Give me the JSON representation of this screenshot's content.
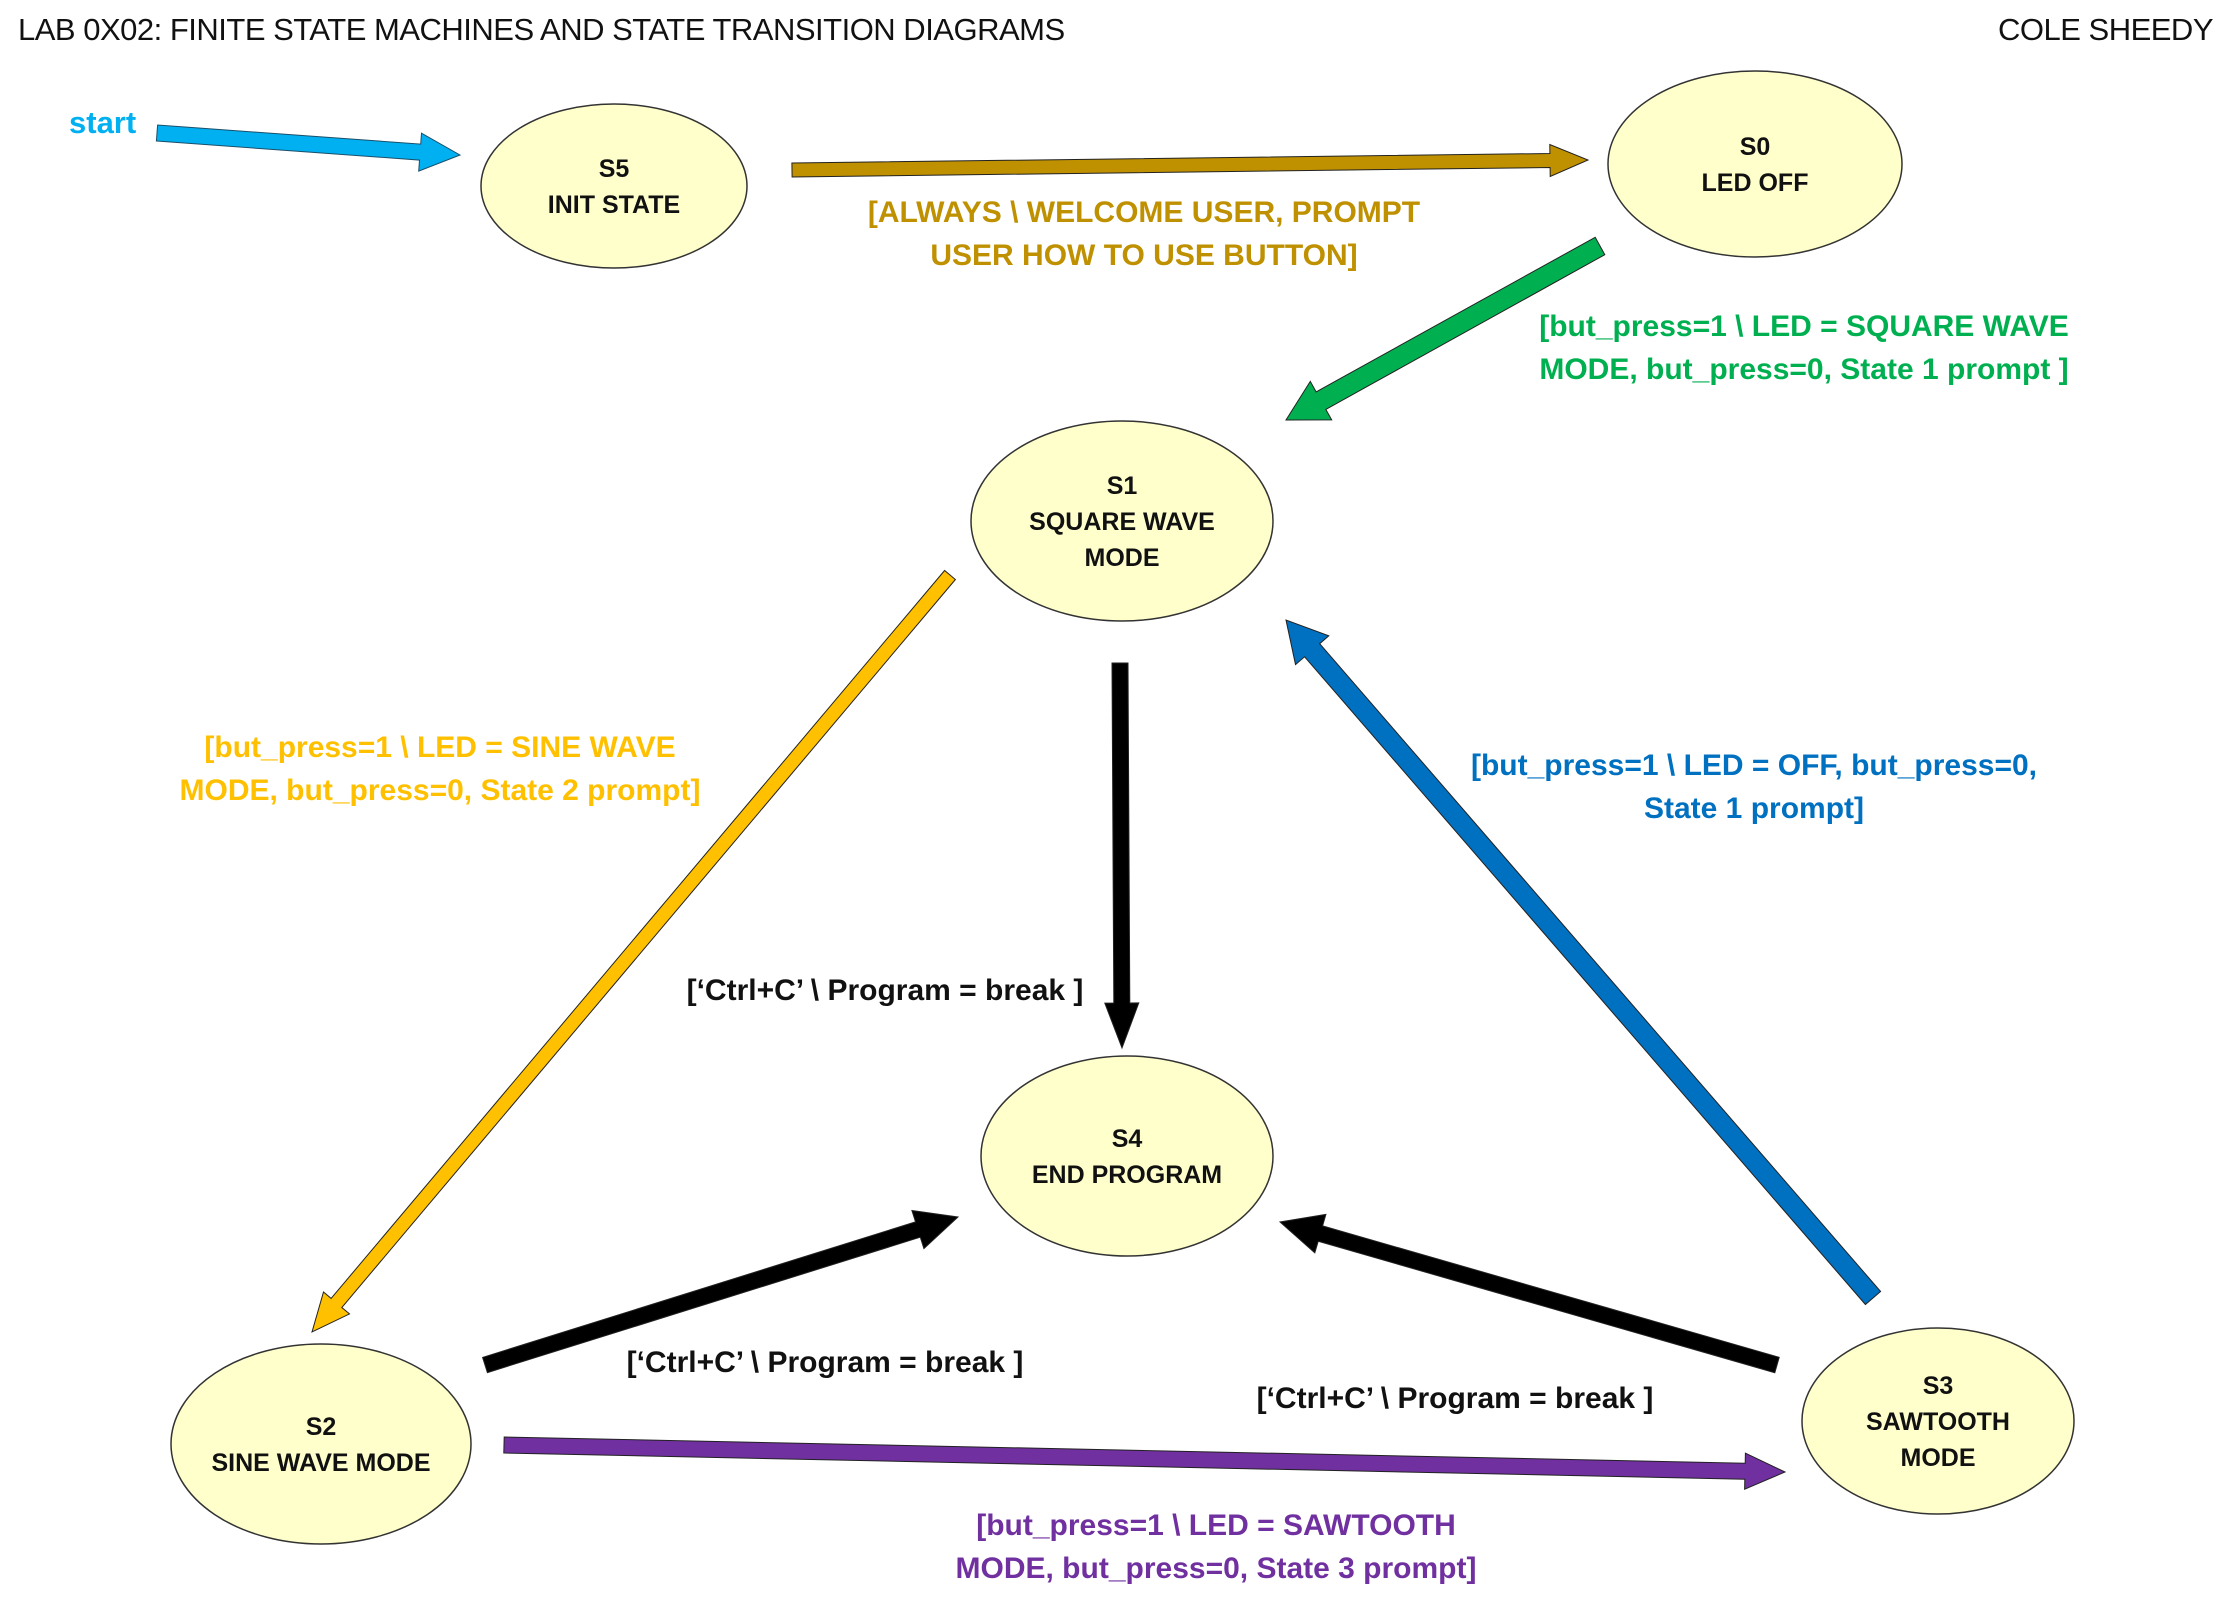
{
  "header": {
    "title": "LAB 0X02: FINITE STATE MACHINES AND STATE TRANSITION DIAGRAMS",
    "author": "COLE SHEEDY"
  },
  "start": {
    "label": "start",
    "color": "#00B0F0",
    "target": "S5"
  },
  "colors": {
    "node_fill": "#FFFFCC",
    "node_stroke": "#333333"
  },
  "states": [
    {
      "id": "S5",
      "lines": [
        "S5",
        "INIT STATE"
      ]
    },
    {
      "id": "S0",
      "lines": [
        "S0",
        "LED OFF"
      ]
    },
    {
      "id": "S1",
      "lines": [
        "S1",
        "SQUARE WAVE",
        "MODE"
      ]
    },
    {
      "id": "S4",
      "lines": [
        "S4",
        "END PROGRAM"
      ]
    },
    {
      "id": "S2",
      "lines": [
        "S2",
        "SINE WAVE MODE"
      ]
    },
    {
      "id": "S3",
      "lines": [
        "S3",
        "SAWTOOTH",
        "MODE"
      ]
    }
  ],
  "transitions": [
    {
      "from": "S5",
      "to": "S0",
      "color": "#BF9000",
      "label": [
        "[ALWAYS \\ WELCOME USER, PROMPT",
        "USER HOW TO USE BUTTON]"
      ]
    },
    {
      "from": "S0",
      "to": "S1",
      "color": "#00B050",
      "label": [
        "[but_press=1 \\ LED = SQUARE WAVE",
        "MODE, but_press=0, State 1 prompt ]"
      ]
    },
    {
      "from": "S1",
      "to": "S2",
      "color": "#FFC000",
      "label": [
        "[but_press=1 \\ LED = SINE WAVE",
        "MODE, but_press=0, State 2 prompt]"
      ]
    },
    {
      "from": "S2",
      "to": "S3",
      "color": "#7030A0",
      "label": [
        "[but_press=1 \\ LED = SAWTOOTH",
        "MODE, but_press=0, State 3 prompt]"
      ]
    },
    {
      "from": "S3",
      "to": "S1",
      "color": "#0070C0",
      "label": [
        "[but_press=1 \\ LED = OFF, but_press=0,",
        "State 1 prompt]"
      ]
    },
    {
      "from": "S1",
      "to": "S4",
      "color": "#000000",
      "label": [
        "[‘Ctrl+C’ \\ Program = break ]"
      ]
    },
    {
      "from": "S2",
      "to": "S4",
      "color": "#000000",
      "label": [
        "[‘Ctrl+C’ \\ Program = break ]"
      ]
    },
    {
      "from": "S3",
      "to": "S4",
      "color": "#000000",
      "label": [
        "[‘Ctrl+C’ \\ Program = break ]"
      ]
    }
  ]
}
